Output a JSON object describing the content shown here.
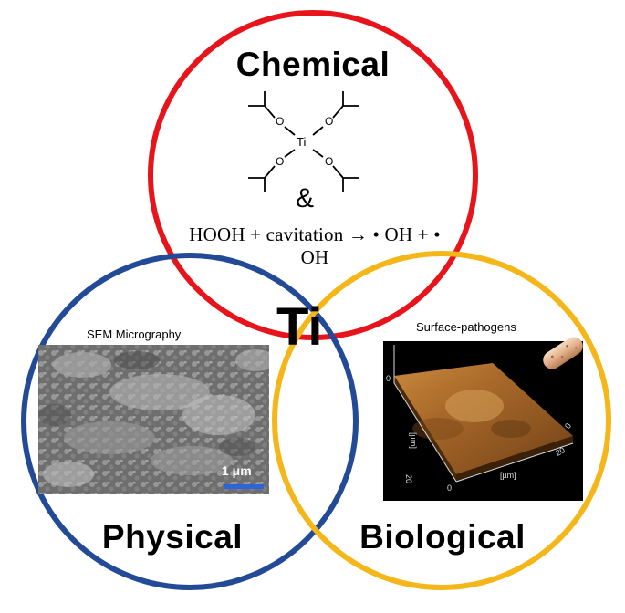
{
  "diagram": {
    "center_label": "Ti",
    "circles": [
      {
        "id": "chemical",
        "label": "Chemical",
        "color": "#e8141b"
      },
      {
        "id": "physical",
        "label": "Physical",
        "color": "#234a97"
      },
      {
        "id": "biological",
        "label": "Biological",
        "color": "#f4b619"
      }
    ]
  },
  "chemical": {
    "molecule": {
      "center_atom": "Ti",
      "oxygen_atom": "O"
    },
    "ampersand": "&",
    "equation": "HOOH + cavitation → • OH + • OH"
  },
  "physical": {
    "image_caption": "SEM Micrography",
    "scale_bar_label": "1 μm",
    "scale_bar_color": "#2f64d8"
  },
  "biological": {
    "image_caption": "Surface-pathogens",
    "afm": {
      "axis_unit": "[µm]",
      "z_tick": "0",
      "x_ticks": [
        "0",
        "20"
      ],
      "y_ticks": [
        "0",
        "20"
      ],
      "color_top": "#b7722b",
      "color_dark": "#6b3e16"
    }
  }
}
